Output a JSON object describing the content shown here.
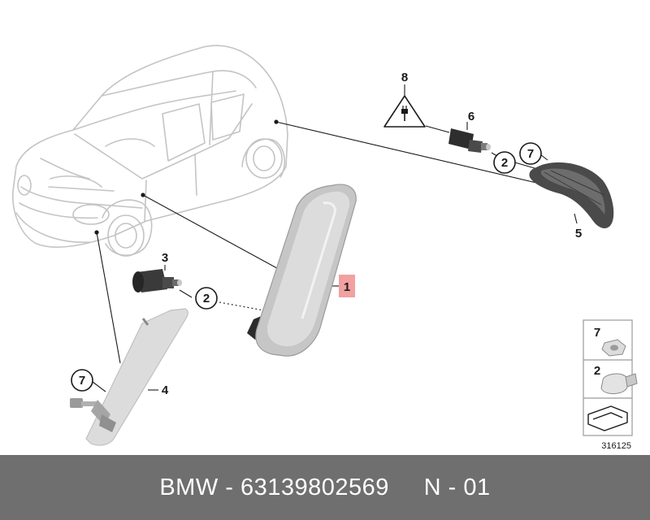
{
  "callouts": {
    "c1": "1",
    "c2a": "2",
    "c2b": "2",
    "c3": "3",
    "c4": "4",
    "c5": "5",
    "c6": "6",
    "c7a": "7",
    "c7b": "7",
    "c8": "8"
  },
  "legend": {
    "item_top": "7",
    "item_mid": "2"
  },
  "diagram_number": "316125",
  "footer": {
    "text": "BMW - 63139802569     N - 01"
  },
  "colors": {
    "highlight": "#f2a0a0",
    "footer_bg": "#6f6f6f",
    "outline": "#bdbdbd"
  }
}
